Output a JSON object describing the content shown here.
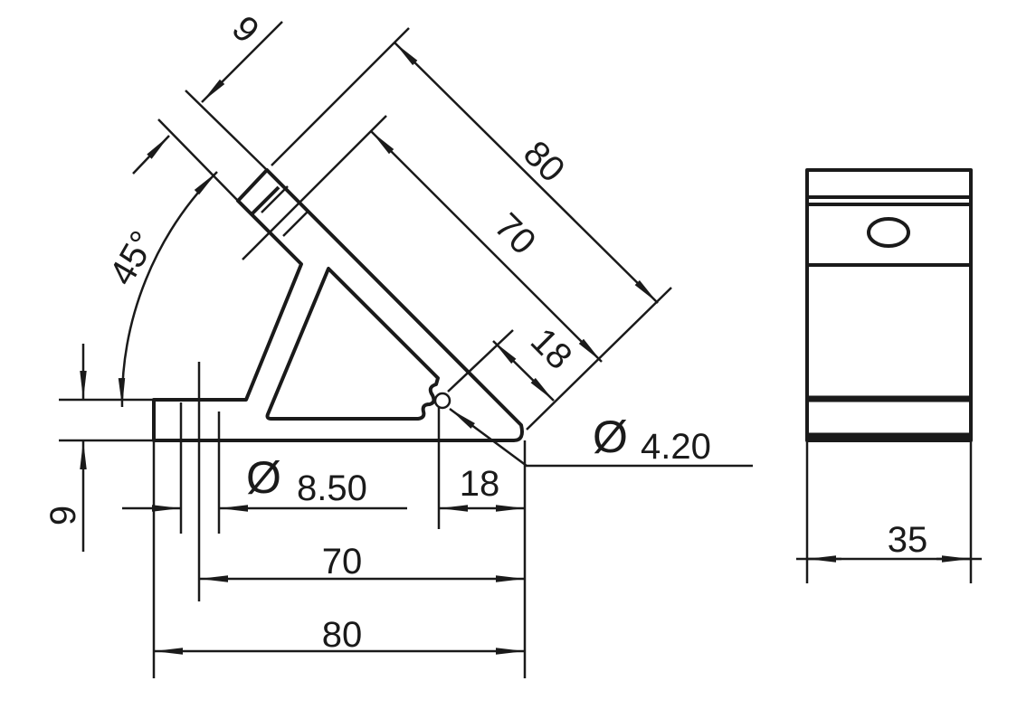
{
  "drawing": {
    "side_view": {
      "dim_arm_length_outer": "80",
      "dim_arm_length_inner": "70",
      "dim_arm_thickness": "9",
      "dim_arm_end": "18",
      "angle": "45°",
      "dim_base_thickness": "9",
      "hole_large": {
        "symbol": "Ø",
        "value": "8.50"
      },
      "hole_small": {
        "symbol": "Ø",
        "value": "4.20"
      },
      "dim_base_end": "18",
      "dim_base_inner": "70",
      "dim_base_outer": "80"
    },
    "front_view": {
      "dim_width": "35"
    }
  }
}
